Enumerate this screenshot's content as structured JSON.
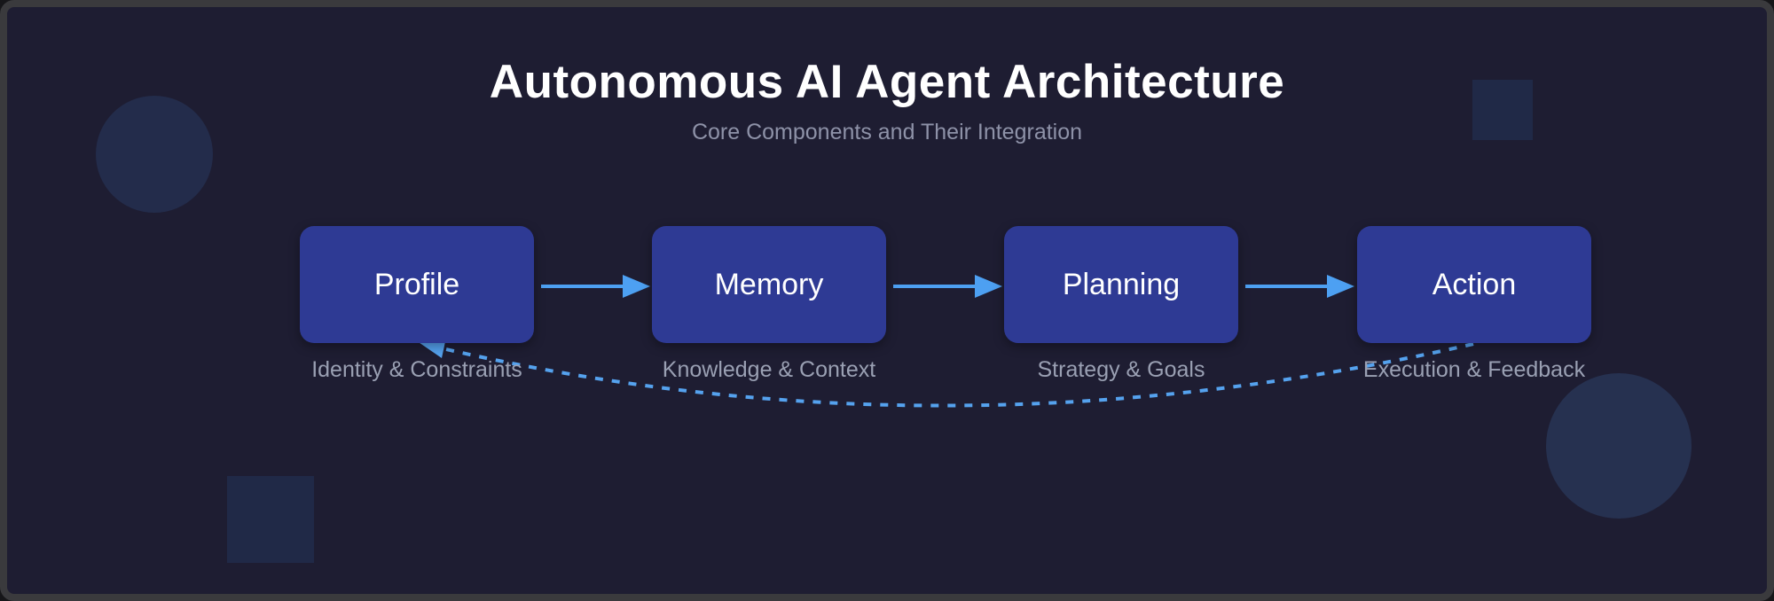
{
  "page": {
    "title": "Autonomous AI Agent Architecture",
    "subtitle": "Core Components and Their Integration"
  },
  "diagram": {
    "nodes": [
      {
        "label": "Profile",
        "sublabel": "Identity & Constraints"
      },
      {
        "label": "Memory",
        "sublabel": "Knowledge & Context"
      },
      {
        "label": "Planning",
        "sublabel": "Strategy & Goals"
      },
      {
        "label": "Action",
        "sublabel": "Execution & Feedback"
      }
    ],
    "connections": [
      {
        "from": "Profile",
        "to": "Memory",
        "style": "solid"
      },
      {
        "from": "Memory",
        "to": "Planning",
        "style": "solid"
      },
      {
        "from": "Planning",
        "to": "Action",
        "style": "solid"
      },
      {
        "from": "Action",
        "to": "Profile",
        "style": "dashed"
      }
    ],
    "colors": {
      "background": "#1e1d32",
      "frame": "#3a3a3d",
      "node_fill": "#2e3a94",
      "node_text": "#ffffff",
      "sublabel_text": "#9aa0b3",
      "arrow": "#4da0f2",
      "feedback_arrow": "#55a2ee",
      "title_text": "#ffffff",
      "subtitle_text": "#8e92a8"
    }
  }
}
